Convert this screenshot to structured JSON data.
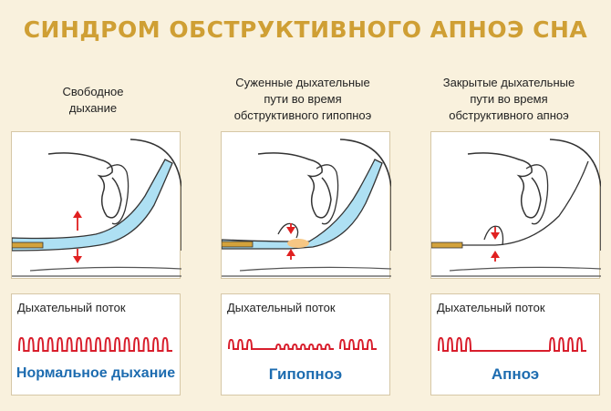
{
  "title": "СИНДРОМ ОБСТРУКТИВНОГО АПНОЭ СНА",
  "columns": [
    {
      "caption_lines": [
        "Свободное",
        "дыхание"
      ],
      "flow_label": "Дыхательный поток",
      "status": "Нормальное дыхание"
    },
    {
      "caption_lines": [
        "Суженные дыхательные",
        "пути во время",
        "обструктивного гипопноэ"
      ],
      "flow_label": "Дыхательный поток",
      "status": "Гипопноэ"
    },
    {
      "caption_lines": [
        "Закрытые дыхательные",
        "пути во время",
        "обструктивного апноэ"
      ],
      "flow_label": "Дыхательный поток",
      "status": "Апноэ"
    }
  ],
  "colors": {
    "title": "#cf9f34",
    "airway": "#aee0f3",
    "arrow": "#e02020",
    "wave": "#d81e2c",
    "status": "#1d6cb0",
    "narrowing": "#f6c784"
  }
}
